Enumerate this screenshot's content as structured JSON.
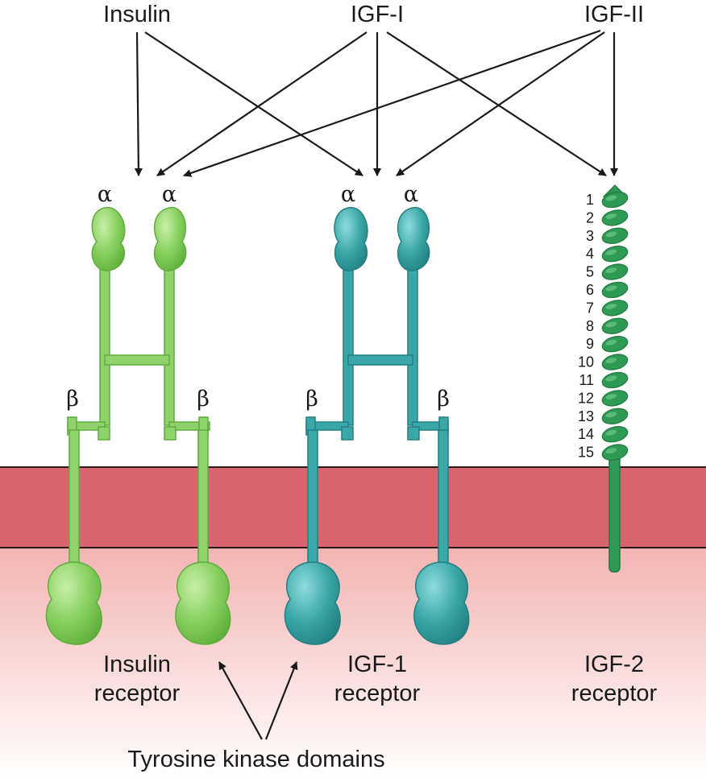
{
  "ligands": {
    "insulin": "Insulin",
    "igf1": "IGF-I",
    "igf2": "IGF-II"
  },
  "subunits": {
    "alpha": "α",
    "beta": "β"
  },
  "receptors": {
    "insulin": {
      "line1": "Insulin",
      "line2": "receptor"
    },
    "igf1": {
      "line1": "IGF-1",
      "line2": "receptor"
    },
    "igf2": {
      "line1": "IGF-2",
      "line2": "receptor"
    }
  },
  "igf2_repeats": [
    "1",
    "2",
    "3",
    "4",
    "5",
    "6",
    "7",
    "8",
    "9",
    "10",
    "11",
    "12",
    "13",
    "14",
    "15"
  ],
  "kinase_label": "Tyrosine kinase domains",
  "colors": {
    "insulin_receptor": "#8fd16a",
    "igf1_receptor": "#3aa8a8",
    "igf2_receptor": "#2e9a55",
    "membrane": "#d9636e",
    "cytoplasm_top": "#f3b4b4"
  }
}
